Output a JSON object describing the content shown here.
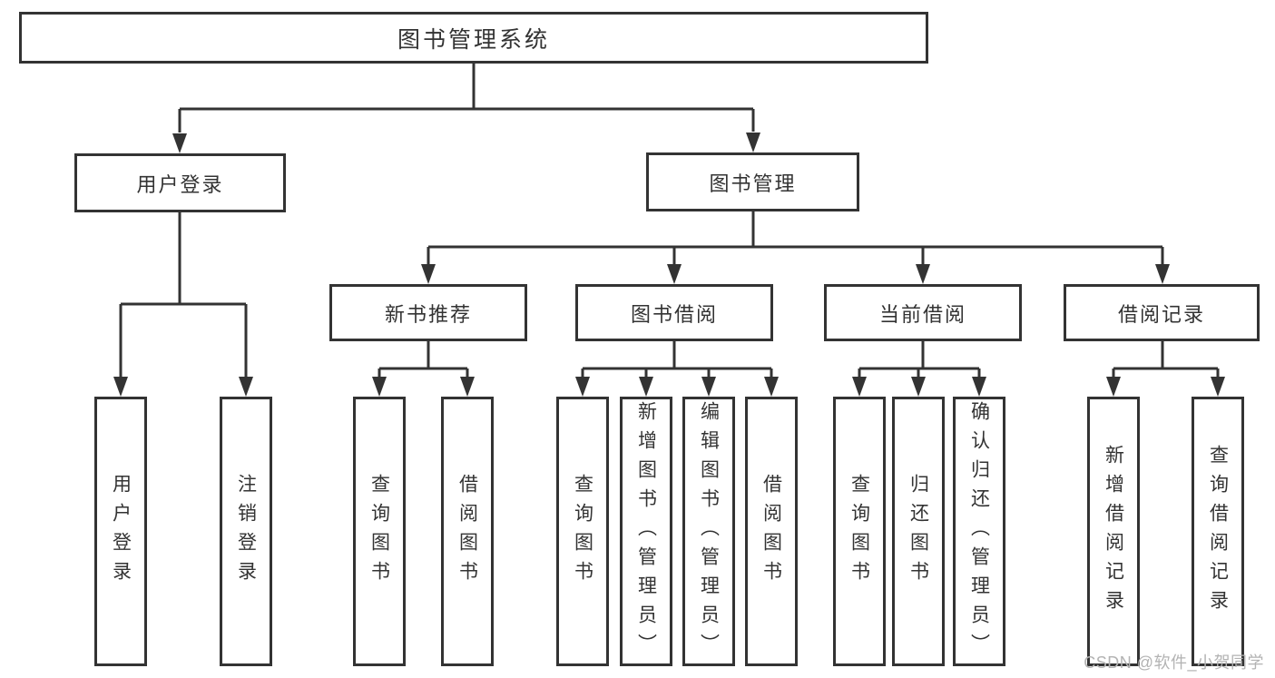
{
  "tree": {
    "root": {
      "label": "图书管理系统"
    },
    "branches": [
      {
        "label": "用户登录",
        "children": [
          {
            "label": "用户登录"
          },
          {
            "label": "注销登录"
          }
        ]
      },
      {
        "label": "图书管理",
        "children": [
          {
            "label": "新书推荐",
            "children": [
              {
                "label": "查询图书"
              },
              {
                "label": "借阅图书"
              }
            ]
          },
          {
            "label": "图书借阅",
            "children": [
              {
                "label": "查询图书"
              },
              {
                "label": "新增图书（管理员）"
              },
              {
                "label": "编辑图书（管理员）"
              },
              {
                "label": "借阅图书"
              }
            ]
          },
          {
            "label": "当前借阅",
            "children": [
              {
                "label": "查询图书"
              },
              {
                "label": "归还图书"
              },
              {
                "label": "确认归还（管理员）"
              }
            ]
          },
          {
            "label": "借阅记录",
            "children": [
              {
                "label": "新增借阅记录"
              },
              {
                "label": "查询借阅记录"
              }
            ]
          }
        ]
      }
    ]
  },
  "watermark": "CSDN @软件_小贺同学",
  "colors": {
    "line": "#333333",
    "text": "#333333",
    "box_background": "#ffffff",
    "page_background": "#ffffff",
    "watermark": "#b3b3b3"
  }
}
